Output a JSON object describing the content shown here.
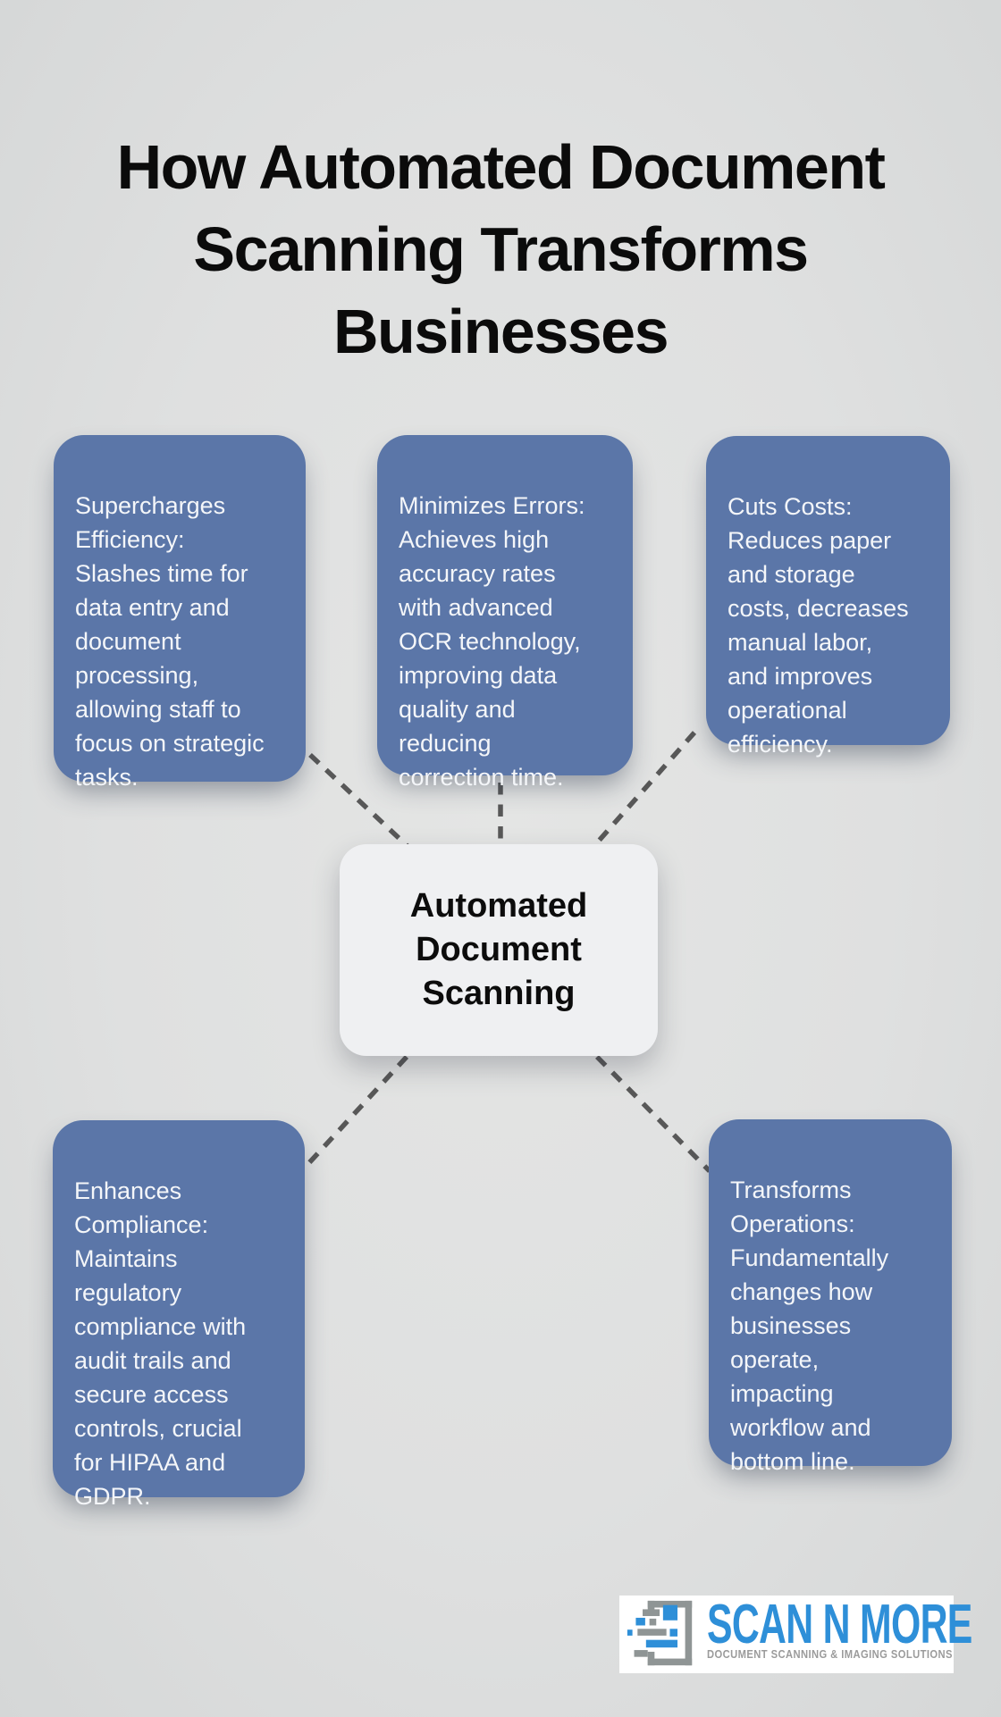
{
  "title": "How Automated Document\nScanning Transforms\nBusinesses",
  "center_node": {
    "label": "Automated\nDocument\nScanning"
  },
  "benefit_cards": [
    {
      "id": "supercharges-efficiency",
      "text": "Supercharges\nEfficiency:\nSlashes time for\ndata entry and\ndocument\nprocessing,\nallowing staff to\nfocus on strategic\ntasks."
    },
    {
      "id": "minimizes-errors",
      "text": "Minimizes Errors:\nAchieves high\naccuracy rates\nwith advanced\nOCR technology,\nimproving data\nquality and\nreducing\ncorrection time."
    },
    {
      "id": "cuts-costs",
      "text": "Cuts Costs:\nReduces paper\nand storage\ncosts, decreases\nmanual labor,\nand improves\noperational\nefficiency."
    },
    {
      "id": "enhances-compliance",
      "text": "Enhances\nCompliance:\nMaintains\nregulatory\ncompliance with\naudit trails and\nsecure access\ncontrols, crucial\nfor HIPAA and\nGDPR."
    },
    {
      "id": "transforms-operations",
      "text": "Transforms\nOperations:\nFundamentally\nchanges how\nbusinesses\noperate,\nimpacting\nworkflow and\nbottom line."
    }
  ],
  "logo": {
    "name": "SCAN N MORE",
    "tagline": "DOCUMENT SCANNING & IMAGING SOLUTIONS"
  },
  "colors": {
    "card_blue": "#5b76a8",
    "center_fill": "#eff0f2",
    "connector_gray": "#585858",
    "logo_blue": "#2e8fd8",
    "logo_gray": "#9b9b9b",
    "background": "#dfe0e0"
  }
}
